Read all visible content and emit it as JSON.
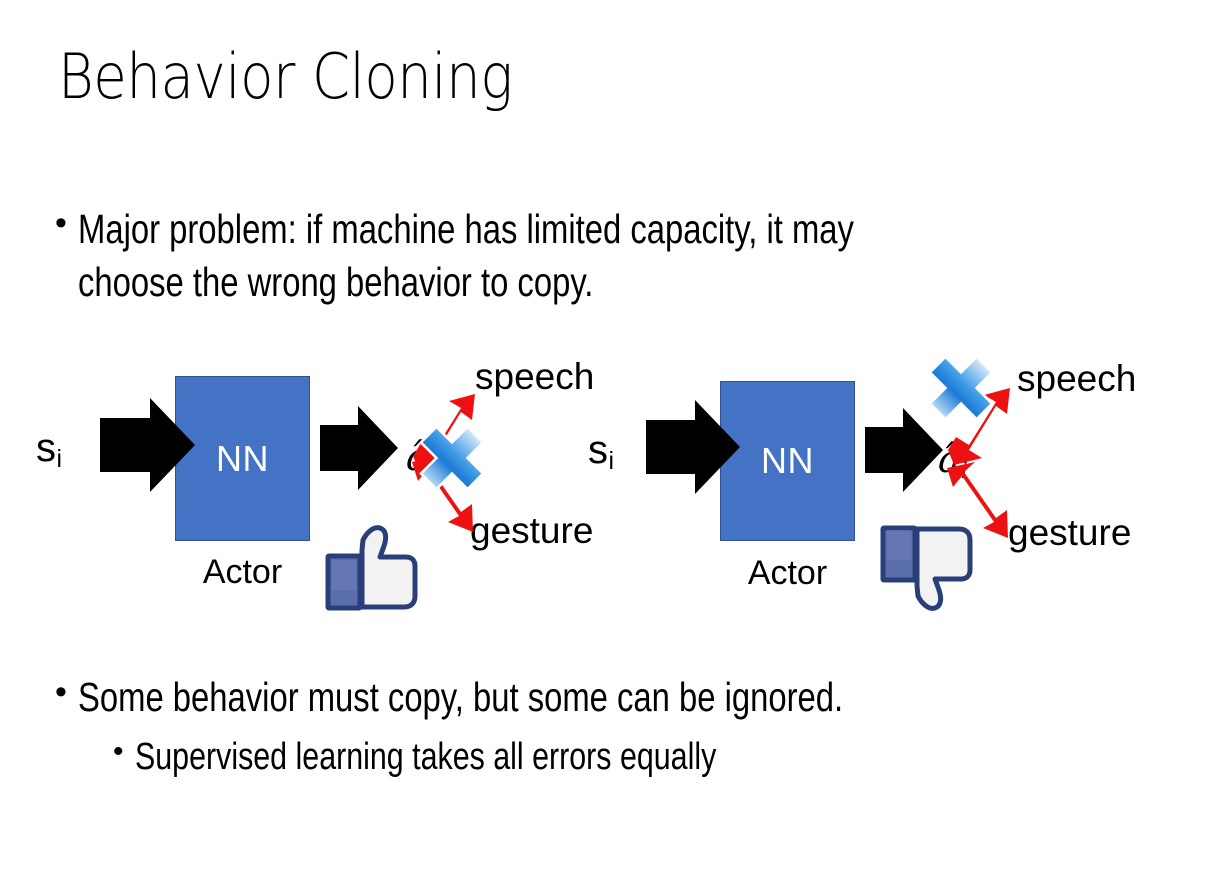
{
  "slide": {
    "title": "Behavior Cloning",
    "background_color": "#FFFFFF",
    "text_color": "#000000"
  },
  "bullets": {
    "top": {
      "marker": "•",
      "text": "Major problem: if machine has limited capacity, it may choose the wrong behavior to copy."
    },
    "middle": {
      "marker": "•",
      "text": "Some behavior must copy, but some can be ignored."
    },
    "sub": {
      "marker": "•",
      "text": "Supervised learning takes all errors equally"
    }
  },
  "diagrams": [
    {
      "id": "left",
      "input_label": "s",
      "input_subscript": "i",
      "box_label": "NN",
      "box_caption": "Actor",
      "box_color": "#4472C4",
      "box_border_color": "#2F528F",
      "output_label": "a",
      "output_subscript": "i",
      "branches": [
        {
          "label": "speech",
          "crossed": false,
          "arrow_color": "#EE1111"
        },
        {
          "label": "gesture",
          "crossed": true,
          "arrow_color": "#EE1111"
        }
      ],
      "feedback_icon": "thumbs-up-icon",
      "feedback_icon_color": "#3B5998"
    },
    {
      "id": "right",
      "input_label": "s",
      "input_subscript": "i",
      "box_label": "NN",
      "box_caption": "Actor",
      "box_color": "#4472C4",
      "box_border_color": "#2F528F",
      "output_label": "a",
      "output_subscript": "i",
      "branches": [
        {
          "label": "speech",
          "crossed": true,
          "arrow_color": "#EE1111"
        },
        {
          "label": "gesture",
          "crossed": false,
          "arrow_color": "#EE1111"
        }
      ],
      "feedback_icon": "thumbs-down-icon",
      "feedback_icon_color": "#3B5998"
    }
  ],
  "colors": {
    "blue_box": "#4472C4",
    "red_arrow": "#EE1111",
    "cross_blue_light": "#CFE4F7",
    "cross_blue_dark": "#1F7BD6",
    "facebook_navy": "#3B5998",
    "arrow_black": "#000000"
  }
}
